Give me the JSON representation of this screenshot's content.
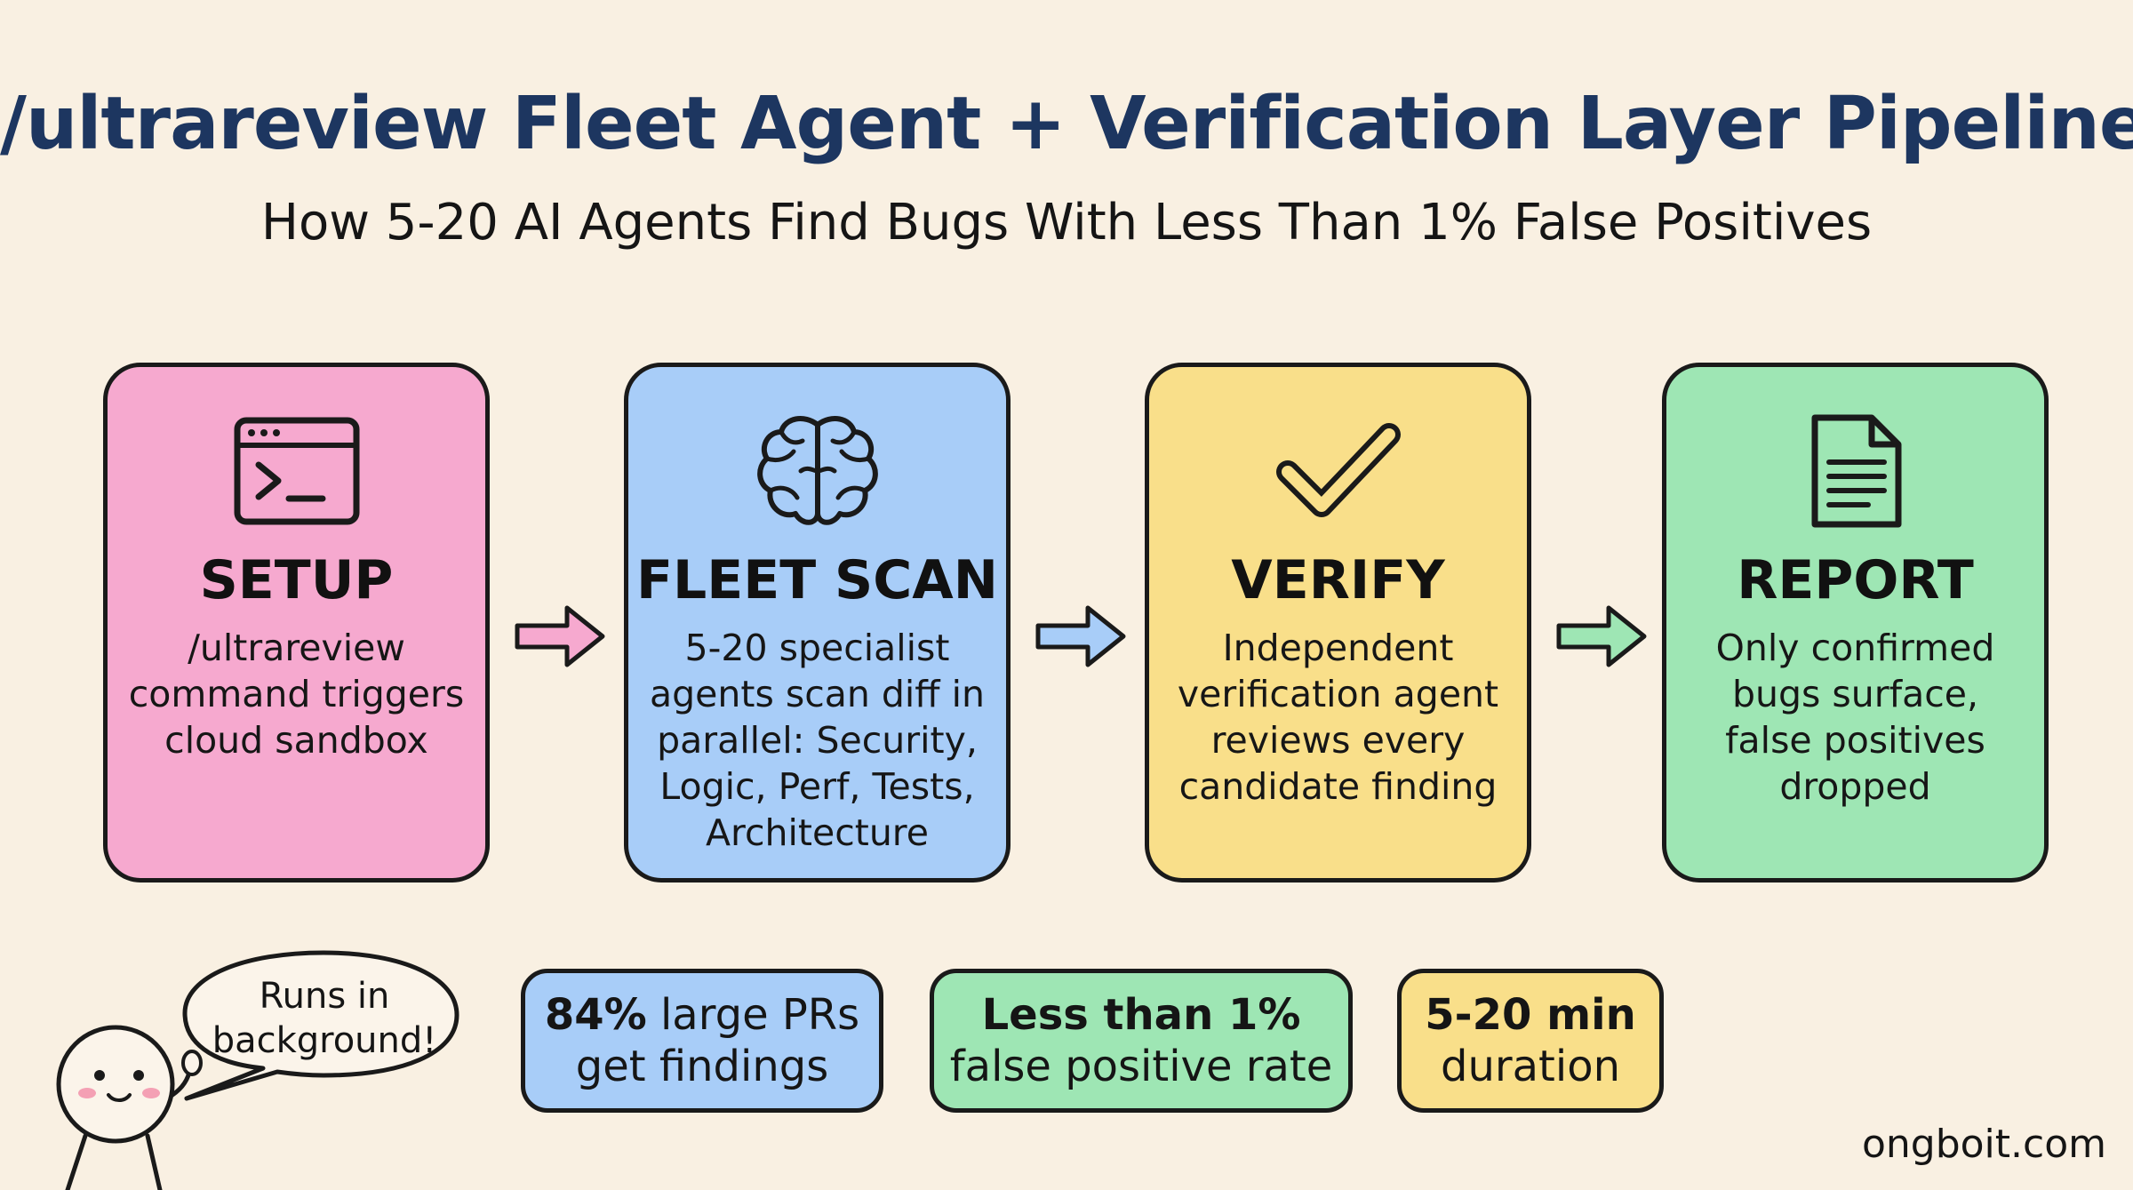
{
  "title": "/ultrareview Fleet Agent + Verification Layer Pipeline",
  "subtitle": "How 5-20 AI Agents Find Bugs With Less Than 1% False Positives",
  "steps": [
    {
      "heading": "SETUP",
      "description": "/ultrareview\ncommand triggers\ncloud sandbox",
      "icon": "terminal-icon",
      "color": "#f6a9cf"
    },
    {
      "heading": "FLEET SCAN",
      "description": "5-20 specialist\nagents scan diff in\nparallel: Security,\nLogic, Perf, Tests,\nArchitecture",
      "icon": "brain-icon",
      "color": "#a8cdf8"
    },
    {
      "heading": "VERIFY",
      "description": "Independent\nverification agent\nreviews every\ncandidate finding",
      "icon": "checkmark-icon",
      "color": "#f9df8a"
    },
    {
      "heading": "REPORT",
      "description": "Only confirmed\nbugs surface,\nfalse positives\ndropped",
      "icon": "document-icon",
      "color": "#9ee6b4"
    }
  ],
  "arrow_colors": [
    "#f6a9cf",
    "#a8cdf8",
    "#9ee6b4"
  ],
  "stats": [
    {
      "bold": "84%",
      "rest": " large PRs",
      "line2": "get findings",
      "color": "#a8cdf8"
    },
    {
      "bold": "Less than 1%",
      "rest": "",
      "line2": "false positive rate",
      "color": "#9ee6b4"
    },
    {
      "bold": "5-20 min",
      "rest": "",
      "line2": "duration",
      "color": "#f9df8a"
    }
  ],
  "speech_bubble": "Runs in\nbackground!",
  "footer": "ongboit.com"
}
